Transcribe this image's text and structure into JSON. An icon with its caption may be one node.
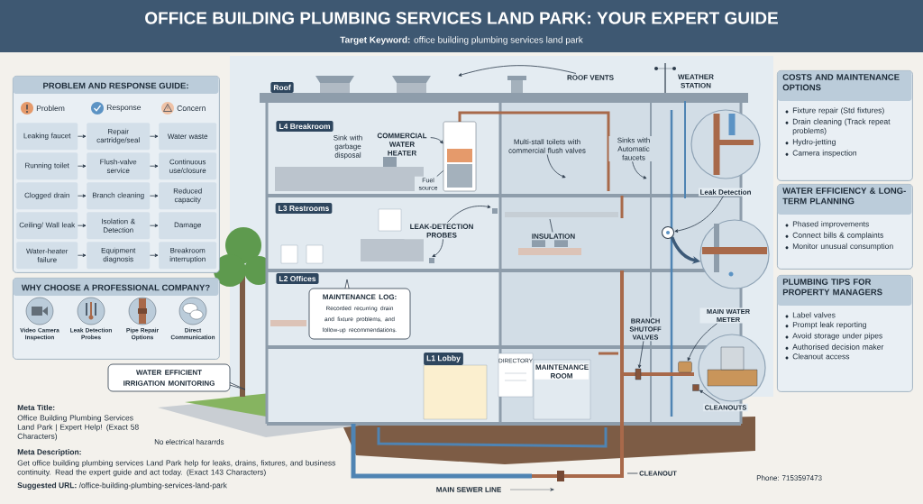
{
  "diagram": {
    "title": "OFFICE BUILDING PLUMBING SERVICES LAND PARK: YOUR EXPERT GUIDE",
    "nodes": [
      {
        "text": [
          "PROBLEM AND RESPONSE GUIDE:"
        ]
      },
      {
        "text": [
          "Problem"
        ],
        "in": 0
      },
      {
        "text": [
          "Response"
        ],
        "in": 0
      },
      {
        "text": [
          "Concern"
        ],
        "in": 0
      },
      {
        "text": [
          "Leaking faucet"
        ],
        "in": 0
      },
      {
        "text": [
          "Repair cartridge/seal"
        ],
        "in": 0
      },
      {
        "text": [
          "Water waste"
        ],
        "in": 0
      },
      {
        "text": [
          "Running toilet"
        ],
        "in": 0
      },
      {
        "text": [
          "Flush-valve service"
        ],
        "in": 0
      },
      {
        "text": [
          "Continuous use/closure"
        ],
        "in": 0
      },
      {
        "text": [
          "Clogged drain"
        ],
        "in": 0
      },
      {
        "text": [
          "Branch cleaning"
        ],
        "in": 0
      },
      {
        "text": [
          "Reduced capacity"
        ],
        "in": 0
      },
      {
        "text": [
          "Ceiling/ Wall leak"
        ],
        "in": 0
      },
      {
        "text": [
          "Isolation & Detection"
        ],
        "in": 0
      },
      {
        "text": [
          "Damage"
        ],
        "in": 0
      },
      {
        "text": [
          "Water-heater failure"
        ],
        "in": 0
      },
      {
        "text": [
          "Equipment diagnosis"
        ],
        "in": 0
      },
      {
        "text": [
          "Breakroom interruption"
        ],
        "in": 0
      },
      {
        "text": [
          "WHY CHOOSE A PROFESSIONAL COMPANY?"
        ]
      },
      {
        "text": [
          "Video Camera Inspection"
        ],
        "in": 19
      },
      {
        "text": [
          "Leak Detection Probes"
        ],
        "in": 19
      },
      {
        "text": [
          "Pipe Repair Options"
        ],
        "in": 19
      },
      {
        "text": [
          "Direct Communication"
        ],
        "in": 19
      },
      {
        "text": [
          "COSTS AND MAINTENANCE OPTIONS",
          "Fixture repair (Std fixtures)",
          "Drain cleaning (Track repeat problems)",
          "Hydro-jetting",
          "Camera inspection"
        ]
      },
      {
        "text": [
          "WATER EFFICIENCY & LONG-TERM PLANNING",
          "Phased improvements",
          "Connect bills & complaints",
          "Monitor unusual consumption"
        ]
      },
      {
        "text": [
          "PLUMBING TIPS FOR PROPERTY MANAGERS",
          "Label valves",
          "Prompt leak reporting",
          "Avoid storage under pipes",
          "Authorised decision maker",
          "Cleanout access"
        ]
      },
      {
        "text": [
          "ROOF VENTS"
        ]
      },
      {
        "text": [
          "WEATHER STATION"
        ]
      },
      {
        "text": [
          "Sink with garbage disposal"
        ]
      },
      {
        "text": [
          "COMMERCIAL WATER HEATER"
        ]
      },
      {
        "text": [
          "Fuel source"
        ]
      },
      {
        "text": [
          "Multi-stall toilets with commercial flush valves"
        ]
      },
      {
        "text": [
          "Sinks with Automatic faucets"
        ]
      },
      {
        "text": [
          "LEAK-DETECTION PROBES"
        ]
      },
      {
        "text": [
          "INSULATION"
        ]
      },
      {
        "text": [
          "Leak Detection"
        ]
      },
      {
        "text": [],
        "shape": "circle"
      },
      {
        "text": [],
        "shape": "picture"
      },
      {
        "text": [
          "MAINTENANCE LOG:",
          "Recorded recurring drain and fixture problems, and follow-up recommendations."
        ]
      },
      {
        "text": [
          "WATER EFFICIENT IRRIGATION MONITORING"
        ]
      },
      {
        "text": [
          "BRANCH SHUTOFF VALVES"
        ]
      },
      {
        "text": [
          "MAIN WATER METER"
        ]
      },
      {
        "text": [
          "CLEANOUTS"
        ]
      },
      {
        "text": [
          "CLEANOUT"
        ]
      },
      {
        "text": [],
        "shape": "cylinder"
      },
      {
        "text": [],
        "shape": "box"
      },
      {
        "text": [],
        "shape": "cylinder"
      },
      {
        "text": [],
        "shape": "box"
      }
    ],
    "edges": [
      {
        "from": 4,
        "to": 5,
        "arrow": "to"
      },
      {
        "from": 5,
        "to": 6,
        "arrow": "to"
      },
      {
        "from": 7,
        "to": 8,
        "arrow": "to"
      },
      {
        "from": 8,
        "to": 9,
        "arrow": "to"
      },
      {
        "from": 10,
        "to": 11,
        "arrow": "to"
      },
      {
        "from": 11,
        "to": 12,
        "arrow": "to"
      },
      {
        "from": 13,
        "to": 14,
        "arrow": "to"
      },
      {
        "from": 14,
        "to": 15,
        "arrow": "to"
      },
      {
        "from": 16,
        "to": 17,
        "arrow": "to"
      },
      {
        "from": 17,
        "to": 18,
        "arrow": "to"
      },
      {
        "from": 27,
        "to": null,
        "arrow": "to"
      },
      {
        "from": 30,
        "to": 45,
        "arrow": "to"
      },
      {
        "from": 31,
        "to": 45,
        "arrow": "none"
      },
      {
        "from": 32,
        "to": null,
        "arrow": "to"
      },
      {
        "from": 33,
        "to": null,
        "arrow": "to"
      },
      {
        "from": 34,
        "to": null,
        "arrow": "to"
      },
      {
        "from": 34,
        "to": null,
        "arrow": "to"
      },
      {
        "from": 35,
        "to": null,
        "arrow": "none"
      },
      {
        "from": 36,
        "to": 37,
        "arrow": "to"
      },
      {
        "from": 37,
        "to": 38,
        "arrow": "to",
        "style": "thick",
        "color": "#3d5a78"
      },
      {
        "from": 41,
        "to": 46,
        "arrow": "to"
      },
      {
        "from": 42,
        "to": 47,
        "arrow": "to"
      },
      {
        "from": 43,
        "to": 48,
        "arrow": "to"
      },
      {
        "from": 44,
        "to": null,
        "arrow": "none"
      }
    ],
    "labels": [
      "**Target Keyword:** office building plumbing services land park",
      "Roof",
      "L4 Breakroom",
      "L3 Restrooms",
      "L2 Offices",
      "L1 Lobby",
      "DIRECTORY",
      "MAINTENANCE ROOM",
      "MAIN SEWER LINE",
      "No electrical hazarrds",
      "Meta Title:",
      "Office Building Plumbing Services Land Park | Expert Help! (Exact 58 Characters)",
      "Meta Description:",
      "Get office building plumbing services Land Park help for leaks, drains, fixtures, and business continuity. Read the expert guide and act today. (Exact 143 Characters)",
      "**Suggested URL:** /office-building-plumbing-services-land-park",
      "Phone: 7153597473"
    ]
  }
}
